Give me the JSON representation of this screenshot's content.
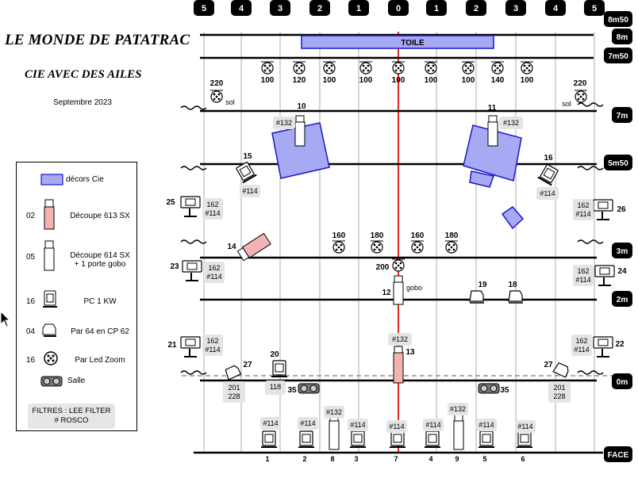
{
  "header": {
    "title": "LE MONDE DE PATATRAC",
    "subtitle": "CIE AVEC DES AILES",
    "date": "Septembre 2023"
  },
  "top_rail_numbers": [
    "5",
    "4",
    "3",
    "2",
    "1",
    "0",
    "1",
    "2",
    "3",
    "4",
    "5"
  ],
  "distance_labels": [
    "8m50",
    "8m",
    "7m50",
    "7m",
    "5m50",
    "3m",
    "2m",
    "0m",
    "FACE"
  ],
  "toile_label": "TOILE",
  "pars_top": [
    "100",
    "120",
    "100",
    "100",
    "100",
    "100",
    "100",
    "140",
    "100"
  ],
  "led_220": {
    "value": "220",
    "sol": "sol"
  },
  "fixtures": {
    "n10": "10",
    "n11": "11",
    "n15": "15",
    "n16": "16",
    "n25": "25",
    "n26": "26",
    "n14": "14",
    "n23": "23",
    "n24": "24",
    "n12": "12",
    "n19": "19",
    "n18": "18",
    "n21": "21",
    "n22": "22",
    "n20": "20",
    "n13": "13",
    "n27": "27",
    "n35": "35",
    "gobo": "gobo",
    "f132": "#132",
    "f114": "#114",
    "f162": "162",
    "f118": "118",
    "f201": "201",
    "f228": "228"
  },
  "leds_mid": [
    "160",
    "180",
    "160",
    "180",
    "200"
  ],
  "front_row": [
    "1",
    "2",
    "8",
    "3",
    "7",
    "4",
    "9",
    "5",
    "6"
  ],
  "legend": {
    "decors": "décors Cie",
    "n02": "02",
    "decoupe613": "Découpe 613 SX",
    "n05": "05",
    "decoupe614": "Découpe 614 SX",
    "porte_gobo": "+ 1 porte gobo",
    "n16": "16",
    "pc": "PC 1 KW",
    "n04": "04",
    "par64": "Par 64 en CP 62",
    "n16b": "16",
    "parled": "Par Led Zoom",
    "salle": "Salle",
    "filters_1": "FILTRES : LEE FILTER",
    "filters_2": "# ROSCO"
  },
  "colors": {
    "decor_fill": "#a7a9f2",
    "decor_stroke": "#1717c9",
    "axis_red": "#e01010",
    "decoupe_pink": "#f4b3b3",
    "tag_bg": "#e4e4e4"
  }
}
